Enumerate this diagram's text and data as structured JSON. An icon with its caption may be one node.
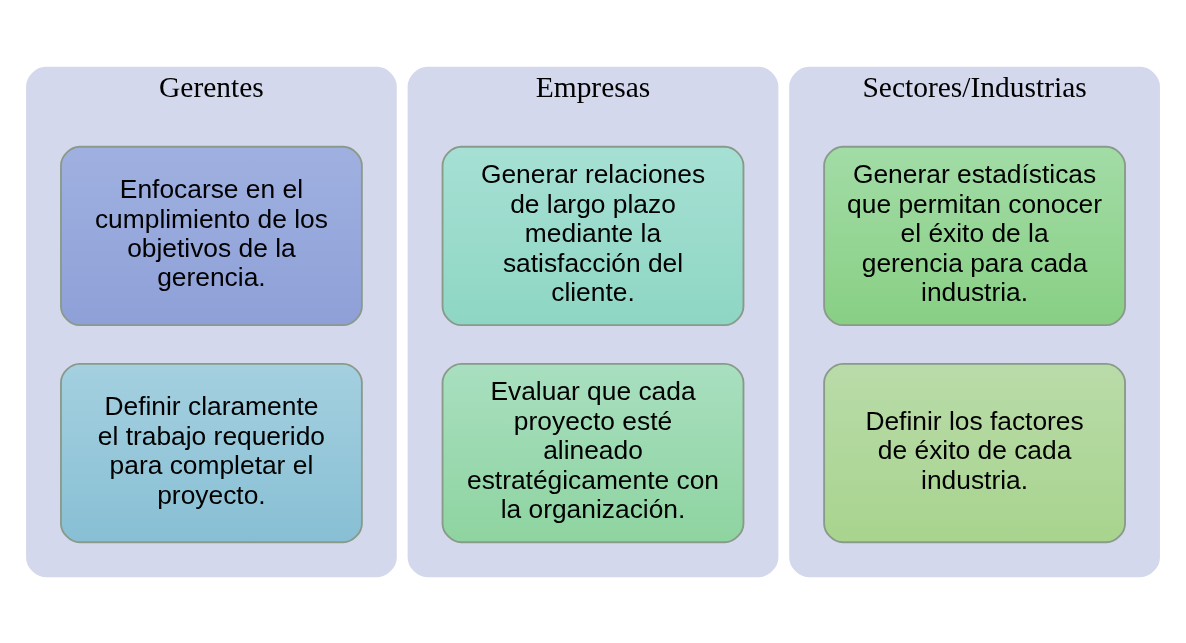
{
  "diagram": {
    "nodes": [
      {
        "text": [
          "Gerentes"
        ]
      },
      {
        "text": [
          "Enfocarse en el cumplimiento de los objetivos de la gerencia."
        ],
        "in": 0
      },
      {
        "text": [
          "Definir claramente el trabajo requerido para completar el proyecto."
        ],
        "in": 0
      },
      {
        "text": [
          "Empresas"
        ]
      },
      {
        "text": [
          "Generar relaciones de largo plazo mediante la satisfacción del cliente."
        ],
        "in": 3
      },
      {
        "text": [
          "Evaluar que cada proyecto esté alineado estratégicamente con la organización."
        ],
        "in": 3
      },
      {
        "text": [
          "Sectores/Industrias"
        ]
      },
      {
        "text": [
          "Generar estadísticas que permitan conocer el éxito de la gerencia para cada industria."
        ],
        "in": 6
      },
      {
        "text": [
          "Definir los factores de éxito de cada industria."
        ],
        "in": 6
      }
    ],
    "edges": []
  }
}
